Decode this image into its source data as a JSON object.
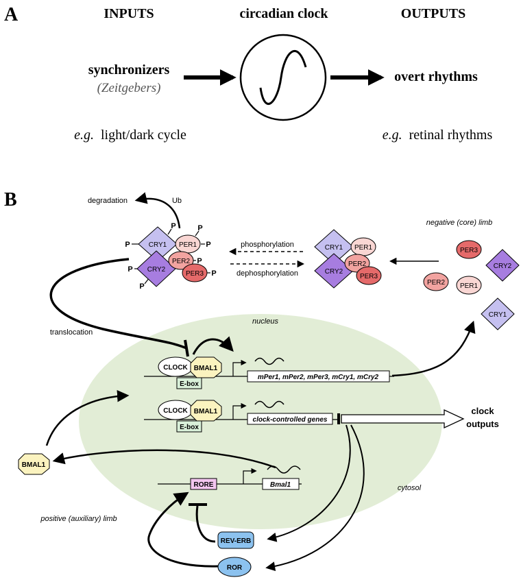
{
  "panel_a": {
    "letter": "A",
    "inputs_header": "INPUTS",
    "clock_header": "circadian clock",
    "outputs_header": "OUTPUTS",
    "synchronizers": "synchronizers",
    "zeitgebers": "(Zeitgebers)",
    "overt_rhythms": "overt rhythms",
    "eg_input_prefix": "e.g.",
    "eg_input_text": "light/dark cycle",
    "eg_output_prefix": "e.g.",
    "eg_output_text": "retinal rhythms"
  },
  "panel_b": {
    "letter": "B",
    "degradation": "degradation",
    "ub": "Ub",
    "phosphorylation": "phosphorylation",
    "dephosphorylation": "dephosphorylation",
    "negative_limb": "negative (core) limb",
    "translocation": "translocation",
    "nucleus": "nucleus",
    "cytosol": "cytosol",
    "positive_limb": "positive (auxiliary) limb",
    "clock_outputs_line1": "clock",
    "clock_outputs_line2": "outputs",
    "p": "P",
    "proteins": {
      "cry1": "CRY1",
      "cry2": "CRY2",
      "per1": "PER1",
      "per2": "PER2",
      "per3": "PER3",
      "clock": "CLOCK",
      "bmal1": "BMAL1",
      "rev_erb": "REV-ERB",
      "ror": "ROR"
    },
    "elements": {
      "ebox": "E-box",
      "rore": "RORE"
    },
    "genes": {
      "per_cry": "mPer1, mPer2, mPer3, mCry1, mCry2",
      "ccg": "clock-controlled genes",
      "bmal1": "Bmal1"
    }
  },
  "colors": {
    "nucleus_fill": "#e2edd6",
    "cry1": "#c5c0f0",
    "cry2": "#a77de0",
    "per1": "#f9d6d3",
    "per2": "#f2a3a0",
    "per3": "#e56a6a",
    "bmal1": "#fbf3bf",
    "ebox": "#d9f0d9",
    "rore": "#f3c6f0",
    "blue": "#8cc2ef"
  }
}
